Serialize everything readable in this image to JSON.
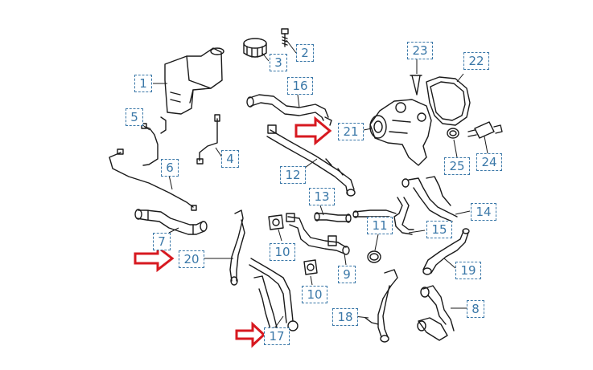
{
  "callouts": [
    {
      "id": "1"
    },
    {
      "id": "2"
    },
    {
      "id": "3"
    },
    {
      "id": "4"
    },
    {
      "id": "5"
    },
    {
      "id": "6"
    },
    {
      "id": "7"
    },
    {
      "id": "8"
    },
    {
      "id": "9"
    },
    {
      "id": "10"
    },
    {
      "id": "10"
    },
    {
      "id": "11"
    },
    {
      "id": "12"
    },
    {
      "id": "13"
    },
    {
      "id": "14"
    },
    {
      "id": "15"
    },
    {
      "id": "16"
    },
    {
      "id": "17"
    },
    {
      "id": "18"
    },
    {
      "id": "19"
    },
    {
      "id": "20"
    },
    {
      "id": "21"
    },
    {
      "id": "22"
    },
    {
      "id": "23"
    },
    {
      "id": "24"
    },
    {
      "id": "25"
    }
  ],
  "highlighted_parts": [
    "20",
    "21",
    "17"
  ],
  "colors": {
    "callout": "#3b78a8",
    "arrow": "#d71920",
    "line_art": "#1a1a1a"
  }
}
